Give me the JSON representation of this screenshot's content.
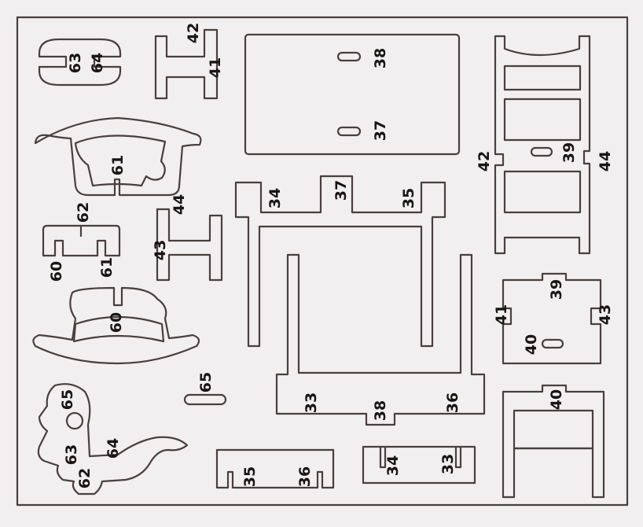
{
  "colors": {
    "sheet": "#f1efef",
    "cut_line": "#4a3f3f",
    "label": "#1a1616"
  },
  "pieces": [
    {
      "id": "p-bead",
      "labels": [
        "63",
        "64"
      ]
    },
    {
      "id": "p-hbar-top",
      "labels": [
        "42",
        "41"
      ]
    },
    {
      "id": "p-seat-top",
      "labels": [
        "38",
        "37"
      ]
    },
    {
      "id": "p-ladder",
      "labels": [
        "42",
        "39",
        "44"
      ]
    },
    {
      "id": "p-rocker-top",
      "labels": [
        "61"
      ]
    },
    {
      "id": "p-table",
      "labels": [
        "34",
        "37",
        "35"
      ]
    },
    {
      "id": "p-bracket",
      "labels": [
        "62",
        "60",
        "61"
      ]
    },
    {
      "id": "p-hbar-mid",
      "labels": [
        "44",
        "43"
      ]
    },
    {
      "id": "p-rocker-bottom",
      "labels": [
        "60"
      ]
    },
    {
      "id": "p-small-rect",
      "labels": [
        "39",
        "41",
        "43",
        "40"
      ]
    },
    {
      "id": "p-peg",
      "labels": [
        "65"
      ]
    },
    {
      "id": "p-u-frame",
      "labels": [
        "33",
        "38",
        "36"
      ]
    },
    {
      "id": "p-horse",
      "labels": [
        "65",
        "63",
        "64",
        "62"
      ]
    },
    {
      "id": "p-strip-left",
      "labels": [
        "35",
        "36"
      ]
    },
    {
      "id": "p-strip-right",
      "labels": [
        "34",
        "33"
      ]
    },
    {
      "id": "p-stool",
      "labels": [
        "40"
      ]
    }
  ]
}
